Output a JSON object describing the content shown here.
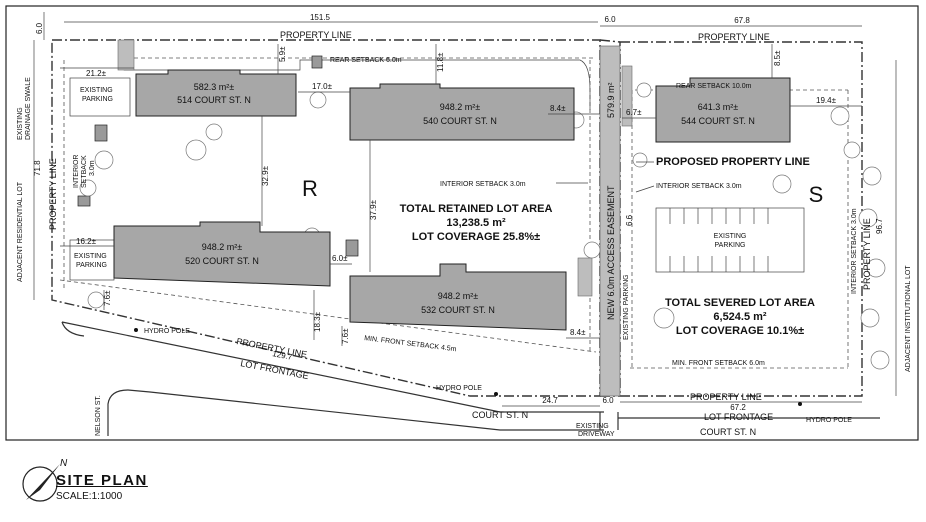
{
  "property_line": "PROPERTY LINE",
  "lot_frontage": "LOT FRONTAGE",
  "rear_setback": "REAR SETBACK 6.0m",
  "rear_setback_s": "REAR SETBACK 10.0m",
  "interior_setback_mid": "INTERIOR SETBACK 3.0m",
  "interior_setback_s": "INTERIOR SETBACK 3.0m",
  "interior_setback_right": "INTERIOR SETBACK 3.0m",
  "interior_setback_left_1": "INTERIOR",
  "interior_setback_left_2": "SETBACK",
  "interior_setback_left_3": "3.0m",
  "min_front_r": "MIN. FRONT SETBACK 4.5m",
  "min_front_s": "MIN. FRONT SETBACK 6.0m",
  "proposed_pl": "PROPOSED PROPERTY LINE",
  "access_easement": "NEW 6.0m ACCESS EASEMENT",
  "easement_area": "579.9 m²",
  "adj_residential": "ADJACENT RESIDENTIAL LOT",
  "adj_institutional": "ADJACENT INSTITUTIONAL LOT",
  "drainage_1": "EXISTING",
  "drainage_2": "DRAINAGE SWALE",
  "existing_parking_1": "EXISTING",
  "existing_parking_2": "PARKING",
  "existing_parking_vert": "EXISTING PARKING",
  "hydro_pole": "HYDRO POLE",
  "existing_driveway_1": "EXISTING",
  "existing_driveway_2": "DRIVEWAY",
  "street_court": "COURT ST. N",
  "street_nelson": "NELSON ST.",
  "north": "N",
  "buildings": [
    {
      "area": "582.3 m²±",
      "address": "514 COURT ST. N"
    },
    {
      "area": "948.2 m²±",
      "address": "540 COURT ST. N"
    },
    {
      "area": "948.2 m²±",
      "address": "520 COURT ST. N"
    },
    {
      "area": "948.2 m²±",
      "address": "532 COURT ST. N"
    },
    {
      "area": "641.3 m²±",
      "address": "544 COURT ST. N"
    }
  ],
  "lot_r": {
    "letter": "R",
    "title": "TOTAL RETAINED LOT AREA",
    "area": "13,238.5 m²",
    "coverage": "LOT COVERAGE 25.8%±"
  },
  "lot_s": {
    "letter": "S",
    "title": "TOTAL SEVERED LOT AREA",
    "area": "6,524.5 m²",
    "coverage": "LOT COVERAGE 10.1%±"
  },
  "dims": {
    "top_r": "151.5",
    "top_easement": "6.0",
    "top_s": "67.8",
    "left_top": "6.0",
    "left_depth": "71.8",
    "right_depth": "96.7",
    "d_21_2": "21.2±",
    "d_5_9": "5.9±",
    "d_11_8": "11.8±",
    "d_17_0": "17.0±",
    "d_8_4_top": "8.4±",
    "d_8_5": "8.5±",
    "d_6_7": "6.7±",
    "d_19_4": "19.4±",
    "d_32_9": "32.9±",
    "d_37_9": "37.9±",
    "d_16_2": "16.2±",
    "d_6_0_mid": "6.0±",
    "d_7_6_left": "7.6±",
    "d_18_3": "18.3±",
    "d_7_6_mid": "7.6±",
    "d_8_4_bot": "8.4±",
    "d_6_6": "6.6",
    "front_r": "129.7",
    "bottom_24_7": "24.7",
    "bottom_6_0": "6.0",
    "front_s": "67.2"
  },
  "plan_title": "SITE PLAN",
  "plan_scale": "SCALE:1:1000"
}
